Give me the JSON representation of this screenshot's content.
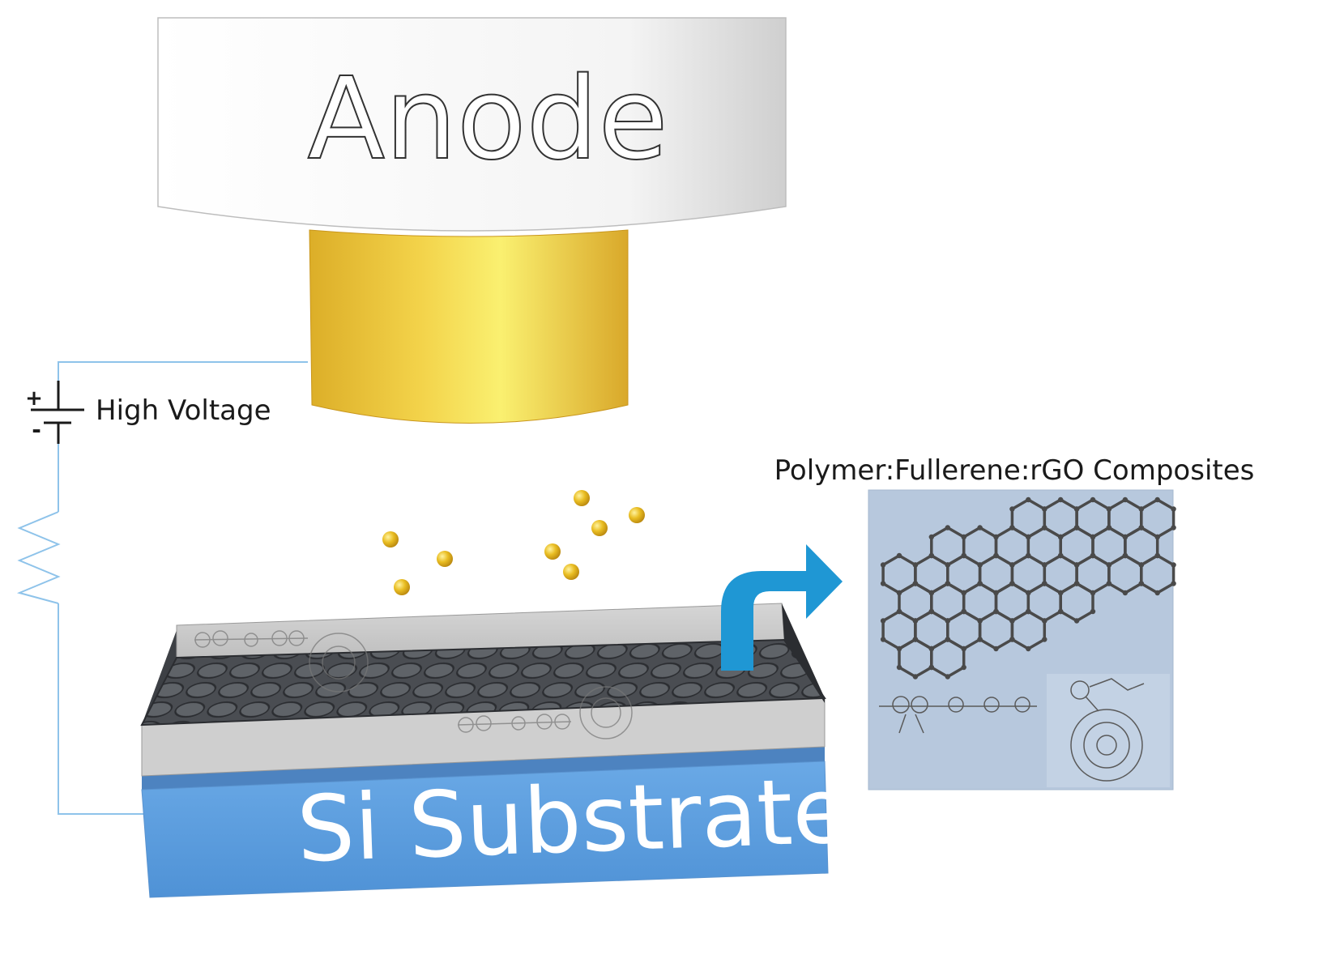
{
  "diagram": {
    "anode_label": "Anode",
    "voltage_label": "High Voltage",
    "polarity_plus": "+",
    "polarity_minus": "-",
    "substrate_label": "Si Substrate",
    "inset_title": "Polymer:Fullerene:rGO Composites"
  },
  "colors": {
    "anode_body": "#f7f7f7",
    "electrode_gold": "#e8c23a",
    "particle_gold": "#e0b41f",
    "wire_blue": "#8ec3ea",
    "substrate_blue": "#5b9fe0",
    "film_gray": "#c8c8c8",
    "graphene_dark": "#3a3d42",
    "arrow_blue": "#1f97d4",
    "inset_bg": "#b7c8dd"
  },
  "icons": [
    "battery-icon",
    "resistor-icon",
    "arrow-icon"
  ]
}
